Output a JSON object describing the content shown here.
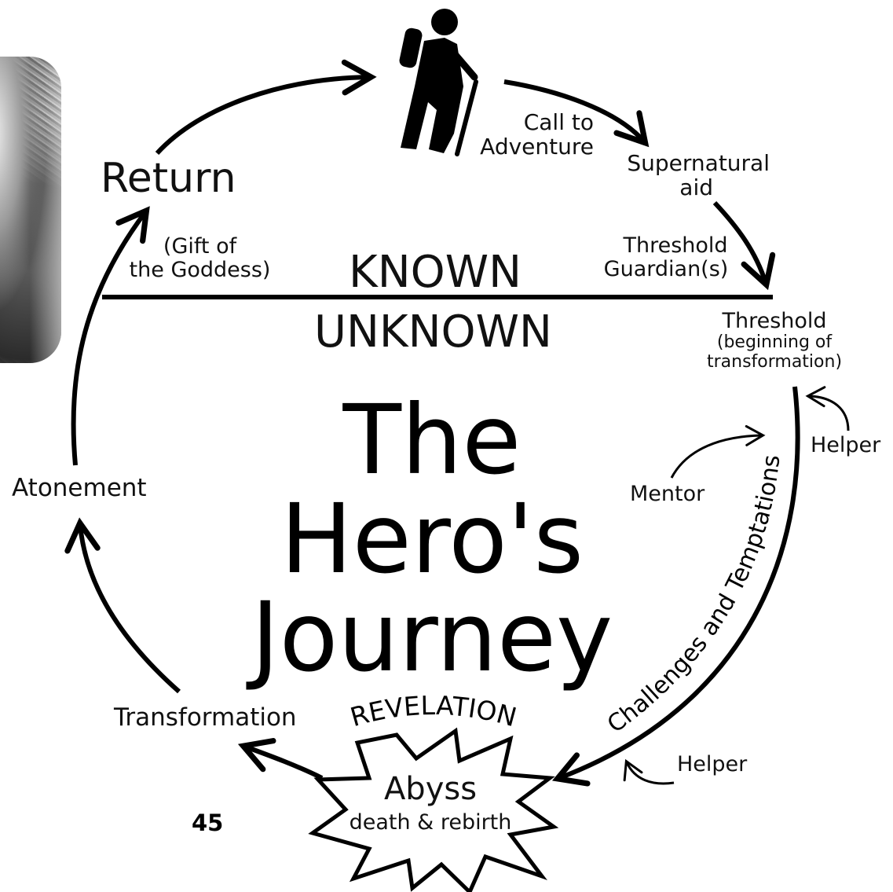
{
  "labels": {
    "return": "Return",
    "call_to_adventure": [
      "Call to",
      "Adventure"
    ],
    "supernatural_aid": [
      "Supernatural",
      "aid"
    ],
    "threshold_guardians": [
      "Threshold",
      "Guardian(s)"
    ],
    "gift_of_goddess": [
      "(Gift of",
      "the Goddess)"
    ],
    "known": "KNOWN",
    "unknown": "UNKNOWN",
    "threshold": "Threshold",
    "threshold_sub": [
      "(beginning of",
      "transformation)"
    ],
    "helper_top": "Helper",
    "mentor": "Mentor",
    "challenges": "Challenges and Temptations",
    "helper_bottom": "Helper",
    "atonement": "Atonement",
    "transformation": "Transformation",
    "revelation": "REVELATION",
    "abyss": "Abyss",
    "death_rebirth": "death & rebirth"
  },
  "title": [
    "The",
    "Hero's",
    "Journey"
  ],
  "page_number": "45",
  "icons": {
    "hiker": "hiker-icon",
    "burst": "starburst-shape",
    "photo": "illustration-thumbnail"
  }
}
